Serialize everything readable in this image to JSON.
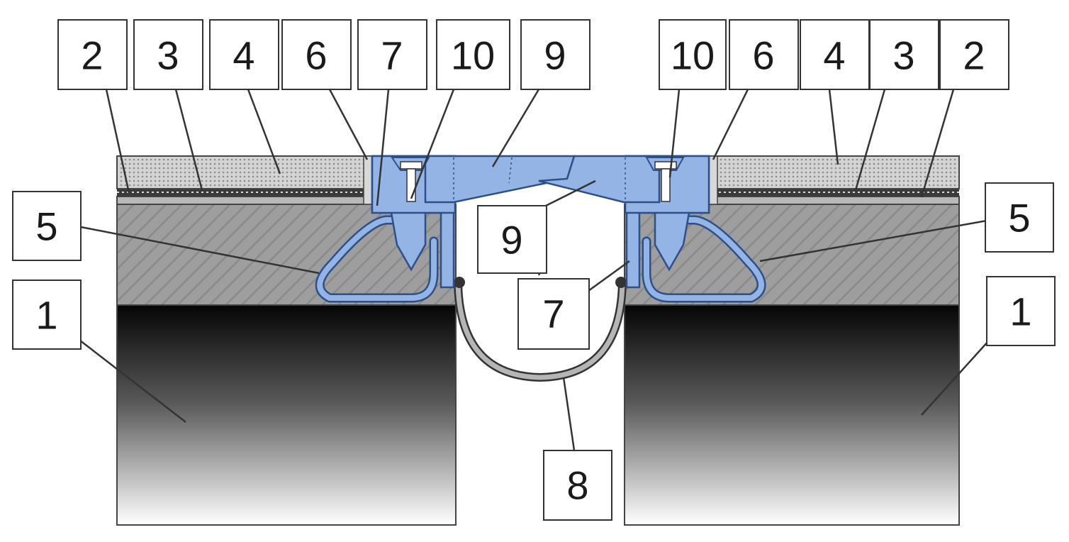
{
  "labels": {
    "top_left": [
      "2",
      "3",
      "4",
      "6",
      "7",
      "10",
      "9"
    ],
    "top_right": [
      "10",
      "6",
      "4",
      "3",
      "2"
    ],
    "left_5": "5",
    "left_1": "1",
    "right_5": "5",
    "right_1": "1",
    "center_9": "9",
    "center_7": "7",
    "bottom_8": "8"
  },
  "colors": {
    "profile_blue": "#93b4e4",
    "profile_outline": "#2d4f8a",
    "concrete_grey": "#9b9b9b",
    "asphalt_grey": "#c9c9c9",
    "slab_top": "#0a0a0a",
    "slab_bottom": "#ffffff"
  }
}
